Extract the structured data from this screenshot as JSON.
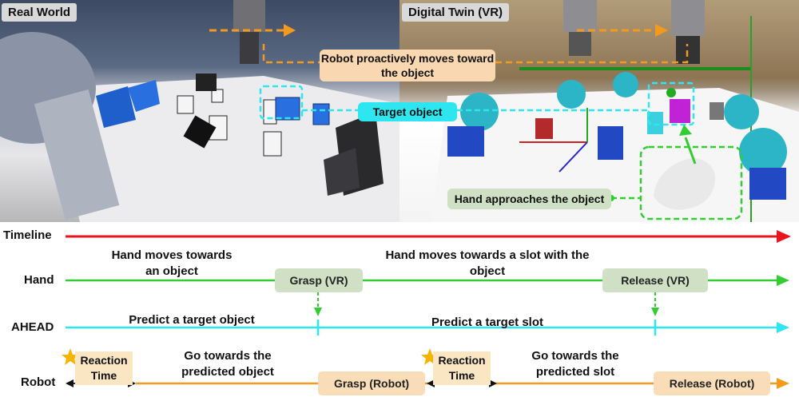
{
  "panels": {
    "real_world_title": "Real World",
    "digital_twin_title": "Digital Twin (VR)"
  },
  "callouts": {
    "robot_moves": "Robot proactively moves toward the object",
    "target_object": "Target object",
    "hand_approaches": "Hand approaches the object"
  },
  "timeline": {
    "rows": {
      "timeline": "Timeline",
      "hand": "Hand",
      "ahead": "AHEAD",
      "robot": "Robot"
    },
    "hand_text": {
      "moves_to_object": "Hand moves towards an object",
      "moves_to_slot": "Hand moves towards a slot with the object"
    },
    "hand_events": {
      "grasp": "Grasp (VR)",
      "release": "Release (VR)"
    },
    "ahead_text": {
      "predict_object": "Predict a target object",
      "predict_slot": "Predict a target slot"
    },
    "robot_text": {
      "go_object": "Go towards the predicted object",
      "go_slot": "Go towards the predicted slot"
    },
    "robot_events": {
      "grasp": "Grasp (Robot)",
      "release": "Release (Robot)"
    },
    "reaction_time": "Reaction Time"
  },
  "colors": {
    "timeline": "#e8141b",
    "hand": "#33cc33",
    "ahead": "#2ee6f0",
    "robot": "#f39a1e",
    "event_box": "#cfe0c4",
    "robot_box": "#f9ddb9",
    "reaction_bg": "#fbe6c4",
    "callout_orange": "#f9d7b0",
    "callout_cyan": "#2ee6f0",
    "callout_green": "#cfe0c4"
  }
}
